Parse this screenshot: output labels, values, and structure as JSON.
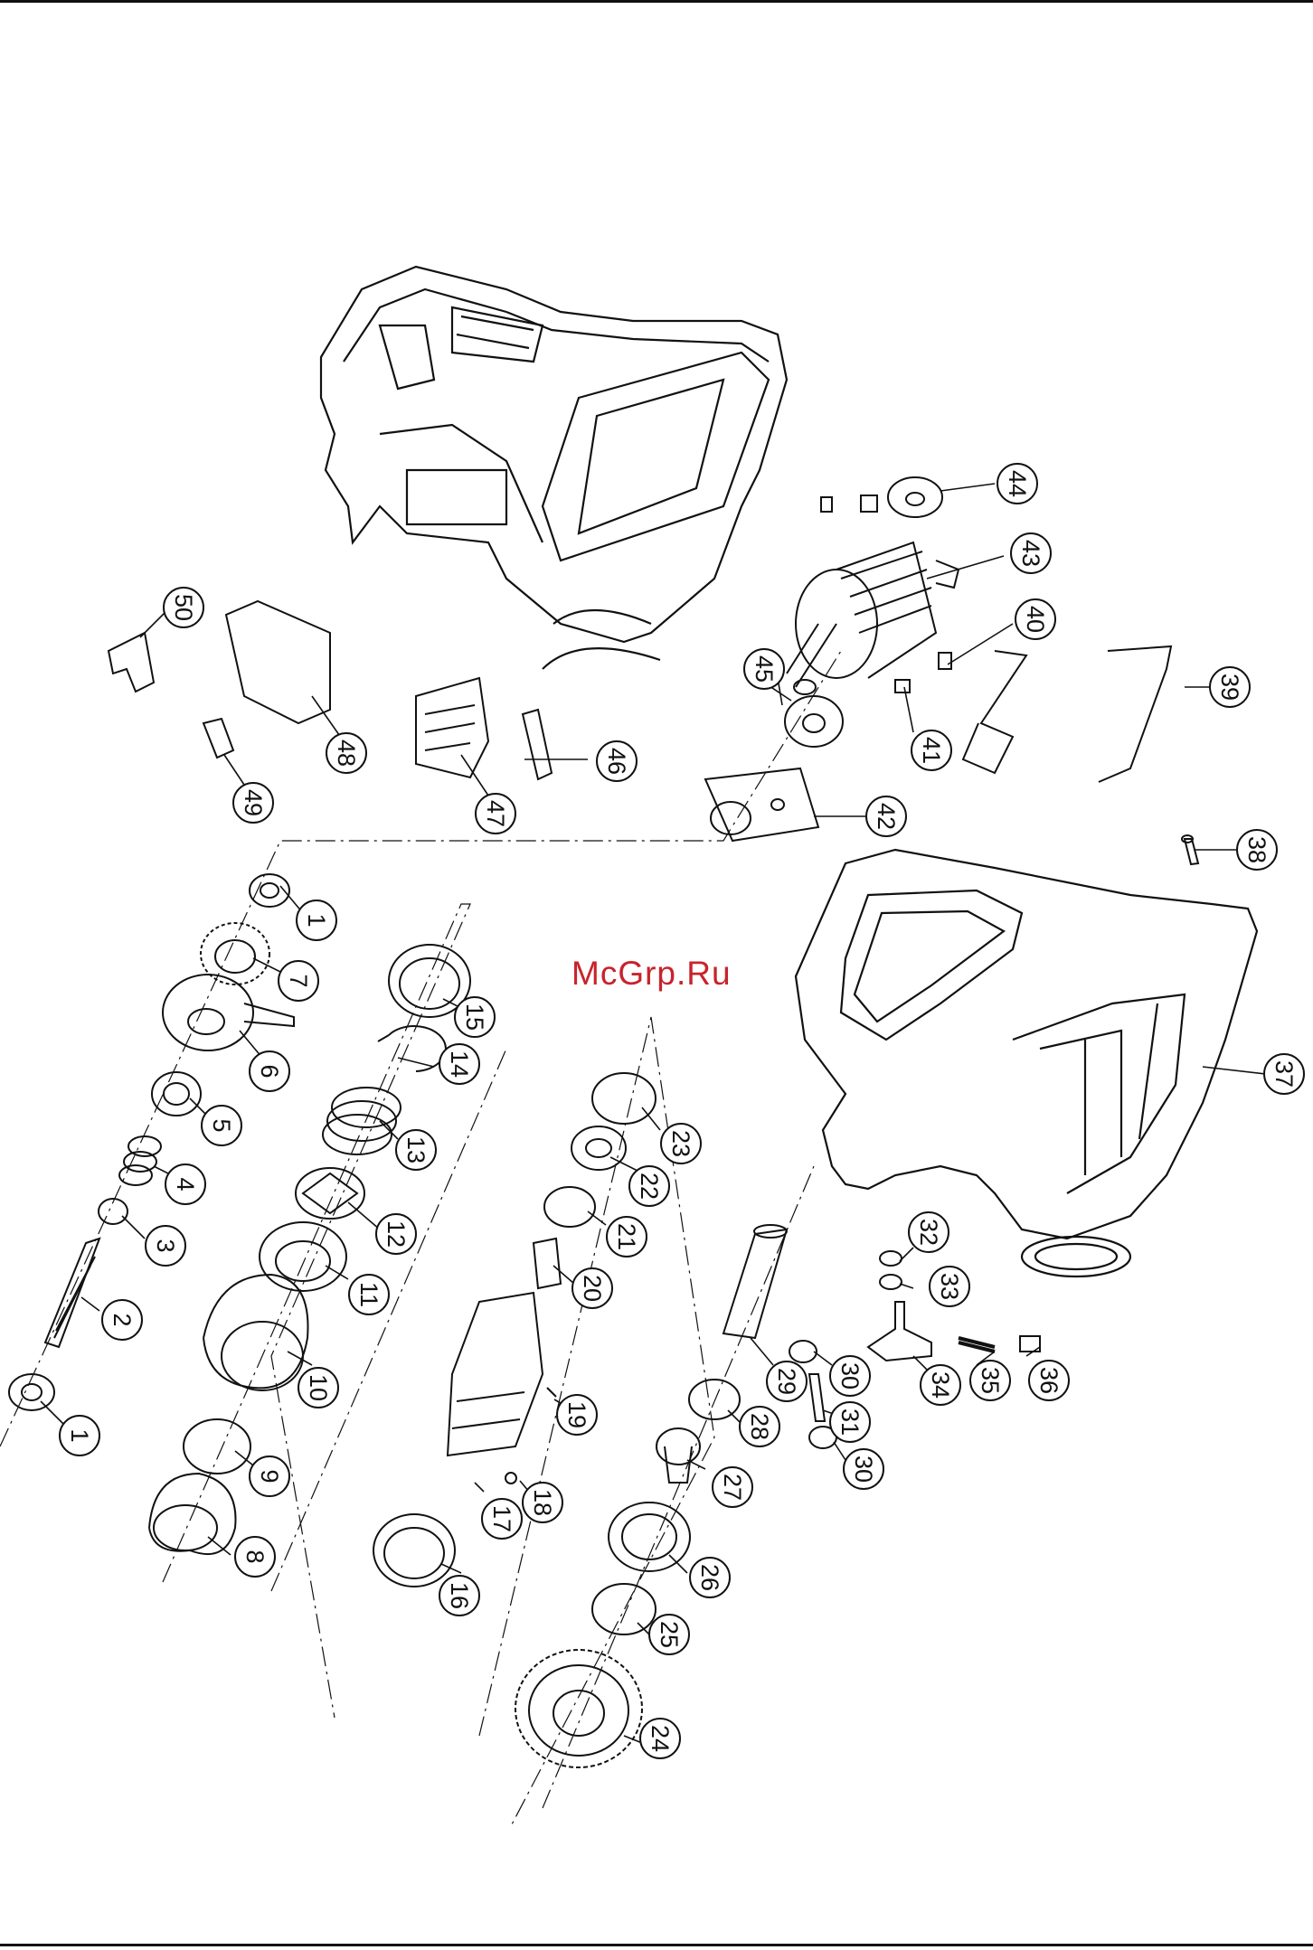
{
  "watermark": "McGrp.Ru",
  "colors": {
    "line": "#111111",
    "watermark": "#c8232c"
  },
  "callouts": [
    "1",
    "2",
    "3",
    "4",
    "5",
    "6",
    "7",
    "8",
    "9",
    "10",
    "11",
    "12",
    "13",
    "14",
    "15",
    "16",
    "17",
    "18",
    "19",
    "20",
    "21",
    "22",
    "23",
    "24",
    "25",
    "26",
    "27",
    "28",
    "29",
    "30",
    "31",
    "32",
    "33",
    "34",
    "35",
    "36",
    "37",
    "38",
    "39",
    "40",
    "41",
    "42",
    "43",
    "44",
    "45",
    "46",
    "47",
    "48",
    "49",
    "50",
    "1",
    "30"
  ]
}
